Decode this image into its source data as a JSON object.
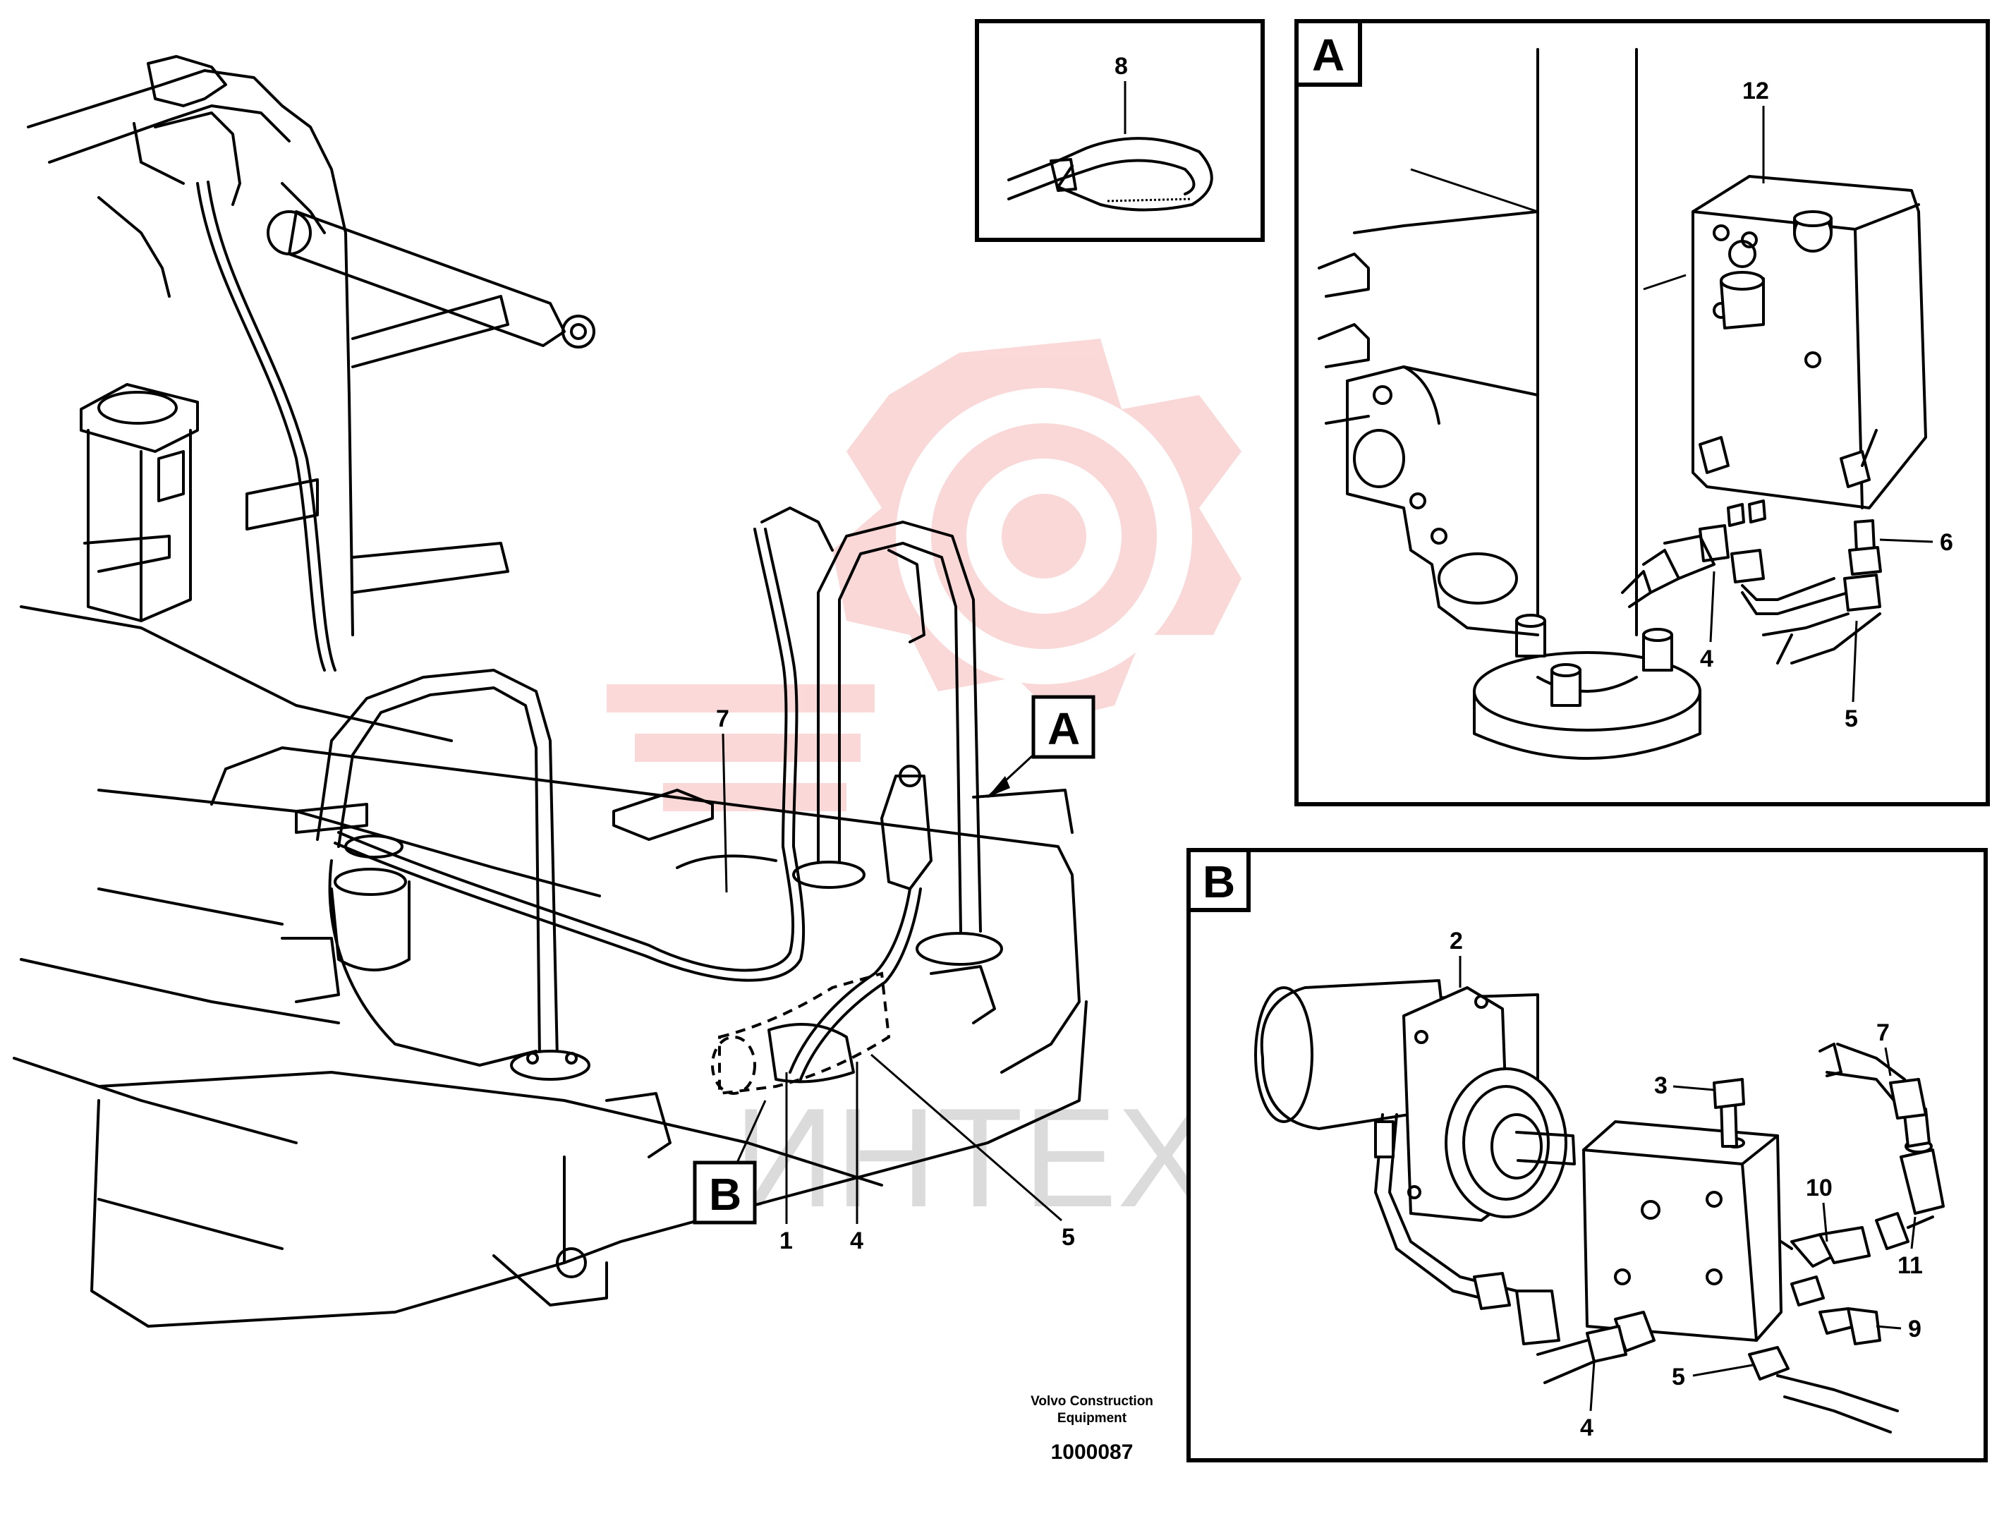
{
  "detail_A": {
    "letter": "A"
  },
  "detail_B": {
    "letter": "B"
  },
  "main_callouts": {
    "A": "A",
    "B": "B"
  },
  "part_labels": {
    "main_1": "1",
    "main_4": "4",
    "main_5": "5",
    "main_7": "7",
    "inset_8": "8",
    "A_12": "12",
    "A_6": "6",
    "A_4": "4",
    "A_5": "5",
    "B_2": "2",
    "B_3": "3",
    "B_7": "7",
    "B_10": "10",
    "B_11": "11",
    "B_9": "9",
    "B_5": "5",
    "B_4": "4"
  },
  "manufacturer": {
    "line1": "Volvo Construction",
    "line2": "Equipment"
  },
  "document_number": "1000087",
  "watermark": {
    "text": "ИНТЕХ",
    "color": "#e8504f"
  }
}
